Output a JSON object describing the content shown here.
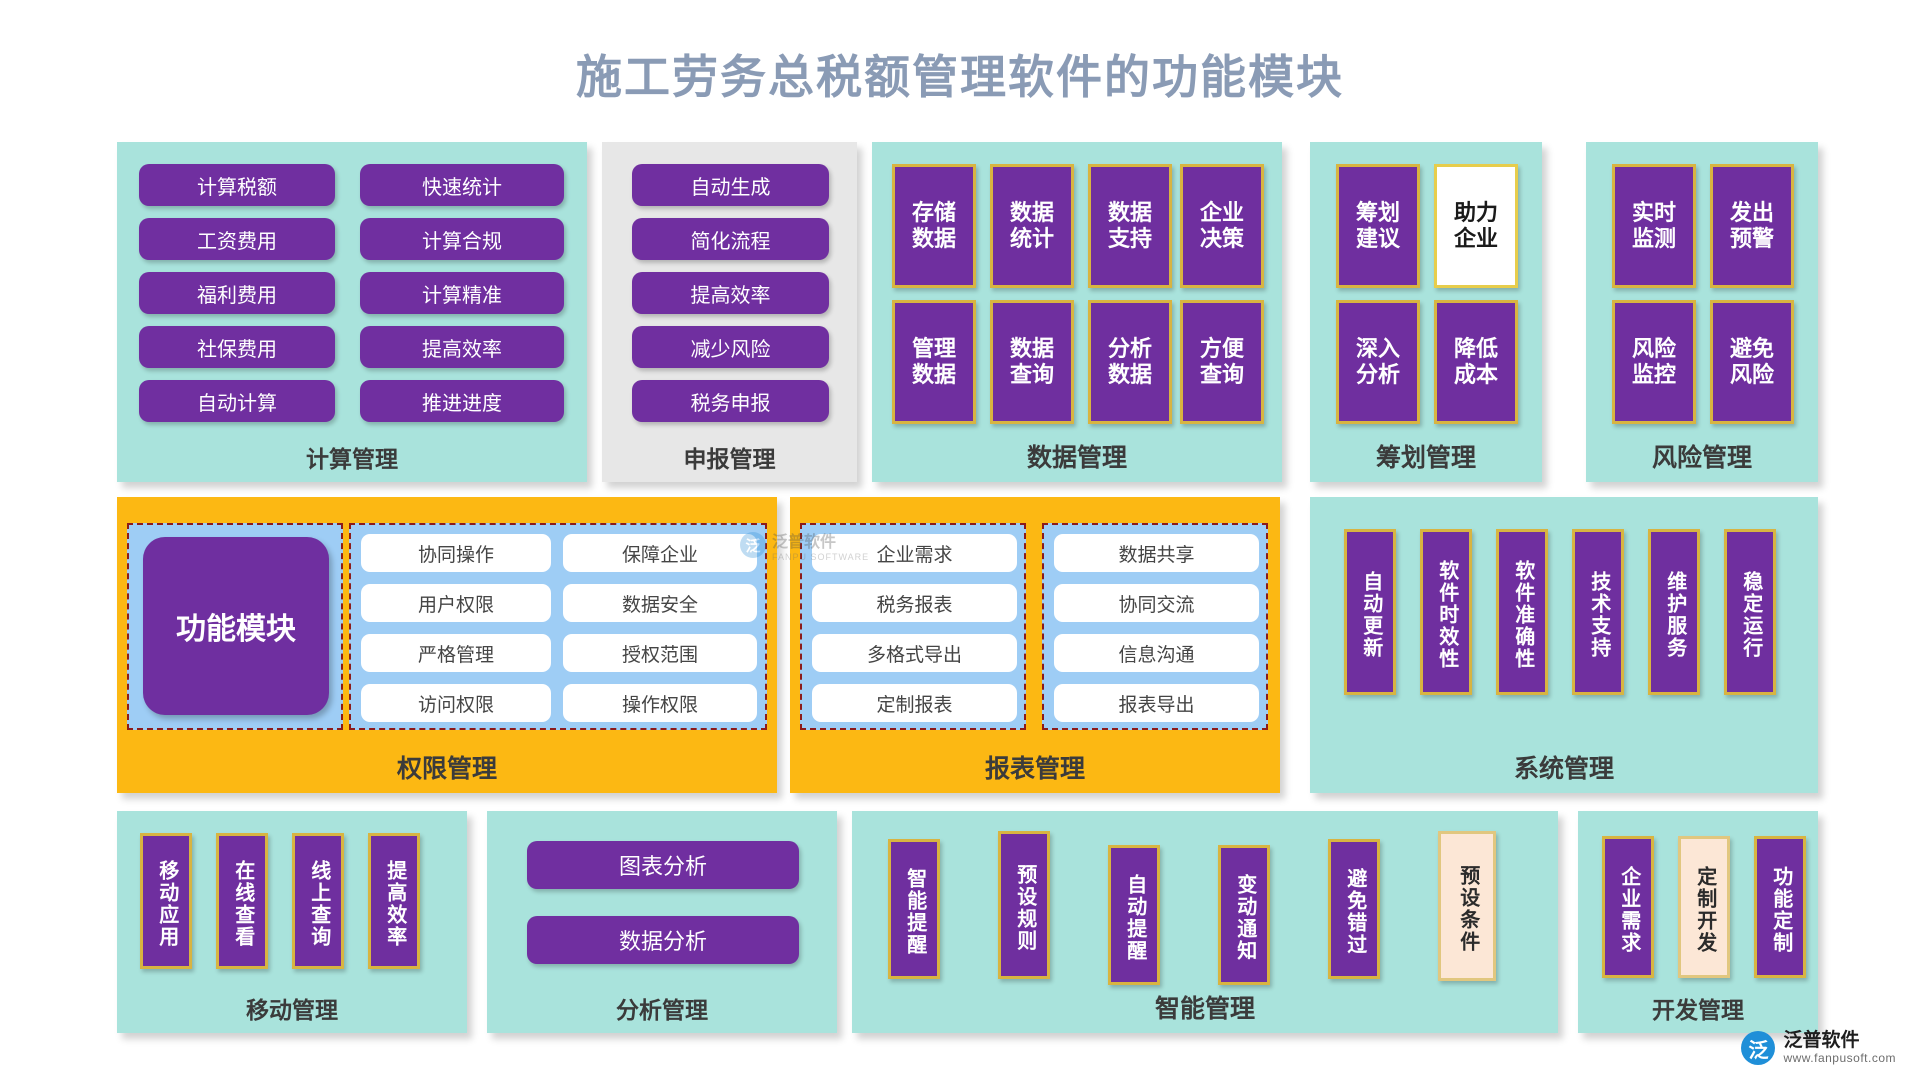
{
  "page": {
    "title": "施工劳务总税额管理软件的功能模块"
  },
  "watermark_center": {
    "mark": "泛",
    "name": "泛普软件",
    "sub": "FANPU SOFTWARE"
  },
  "watermark_bottom": {
    "mark": "泛",
    "name": "泛普软件",
    "url": "www.fanpusoft.com"
  },
  "cards": {
    "calc": {
      "title": "计算管理",
      "items_left": [
        "计算税额",
        "工资费用",
        "福利费用",
        "社保费用",
        "自动计算"
      ],
      "items_right": [
        "快速统计",
        "计算合规",
        "计算精准",
        "提高效率",
        "推进进度"
      ]
    },
    "declare": {
      "title": "申报管理",
      "items": [
        "自动生成",
        "简化流程",
        "提高效率",
        "减少风险",
        "税务申报"
      ]
    },
    "data": {
      "title": "数据管理",
      "row1": [
        "存储数据",
        "数据统计",
        "数据支持",
        "企业决策"
      ],
      "row2": [
        "管理数据",
        "数据查询",
        "分析数据",
        "方便查询"
      ]
    },
    "plan": {
      "title": "筹划管理",
      "row1": [
        "筹划建议",
        "助力企业"
      ],
      "row2": [
        "深入分析",
        "降低成本"
      ],
      "highlight": "助力企业"
    },
    "risk": {
      "title": "风险管理",
      "row1": [
        "实时监测",
        "发出预警"
      ],
      "row2": [
        "风险监控",
        "避免风险"
      ]
    },
    "permission": {
      "title": "权限管理",
      "hub": "功能模块",
      "col_left": [
        "协同操作",
        "用户权限",
        "严格管理",
        "访问权限"
      ],
      "col_right": [
        "保障企业",
        "数据安全",
        "授权范围",
        "操作权限"
      ]
    },
    "report": {
      "title": "报表管理",
      "col_left": [
        "企业需求",
        "税务报表",
        "多格式导出",
        "定制报表"
      ],
      "col_right": [
        "数据共享",
        "协同交流",
        "信息沟通",
        "报表导出"
      ]
    },
    "system": {
      "title": "系统管理",
      "items": [
        "自动更新",
        "软件时效性",
        "软件准确性",
        "技术支持",
        "维护服务",
        "稳定运行"
      ]
    },
    "mobile": {
      "title": "移动管理",
      "items": [
        "移动应用",
        "在线查看",
        "线上查询",
        "提高效率"
      ]
    },
    "analysis": {
      "title": "分析管理",
      "items": [
        "图表分析",
        "数据分析"
      ]
    },
    "smart": {
      "title": "智能管理",
      "items": [
        "智能提醒",
        "预设规则",
        "自动提醒",
        "变动通知",
        "避免错过",
        "预设条件"
      ],
      "cream": "预设条件"
    },
    "develop": {
      "title": "开发管理",
      "items": [
        "企业需求",
        "定制开发",
        "功能定制"
      ],
      "cream": "定制开发"
    }
  },
  "colors": {
    "teal": "#a9e3dc",
    "purple": "#6f2f9f",
    "amber": "#fcb813",
    "gold": "#d8b441",
    "blue": "#9ecdf5",
    "title_grey": "#8a9bb5",
    "cream": "#fce7d6"
  }
}
